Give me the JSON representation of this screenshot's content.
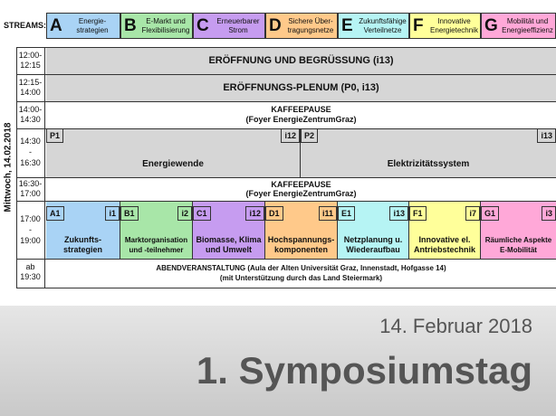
{
  "streams_label": "STREAMS:",
  "streams": [
    {
      "letter": "A",
      "label": "Energie-strategien",
      "color": "#a9d3f5"
    },
    {
      "letter": "B",
      "label": "E-Markt und Flexibilisierung",
      "color": "#a8e6a8"
    },
    {
      "letter": "C",
      "label": "Erneuerbarer Strom",
      "color": "#c69cf0"
    },
    {
      "letter": "D",
      "label": "Sichere Über-tragungsnetze",
      "color": "#ffc98a"
    },
    {
      "letter": "E",
      "label": "Zukunftsfähige Verteilnetze",
      "color": "#b6f4f4"
    },
    {
      "letter": "F",
      "label": "Innovative Energietechnik",
      "color": "#ffff9a"
    },
    {
      "letter": "G",
      "label": "Mobilität und Energieeffizienz",
      "color": "#ffa8d8"
    }
  ],
  "date_label": "Mittwoch, 14.02.2018",
  "times": {
    "t1": "12:00-\n12:15",
    "t2": "12:15-\n14:00",
    "t3": "14:00-\n14:30",
    "t4": "14:30\n-\n16:30",
    "t5": "16:30-\n17:00",
    "t6": "17:00\n-\n19:00",
    "t7": "ab\n19:30"
  },
  "rows": {
    "opening": "ERÖFFNUNG UND BEGRÜSSUNG (i13)",
    "plenum": "ERÖFFNUNGS-PLENUM (P0, i13)",
    "break1_title": "KAFFEEPAUSE",
    "break1_sub": "(Foyer EnergieZentrumGraz)",
    "p1_tag": "P1",
    "p1_room": "i12",
    "p1_title": "Energiewende",
    "p2_tag": "P2",
    "p2_room": "i13",
    "p2_title": "Elektrizitätssystem",
    "break2_title": "KAFFEEPAUSE",
    "break2_sub": "(Foyer EnergieZentrumGraz)",
    "evening_title": "ABENDVERANSTALTUNG (Aula der Alten Universität Graz, Innenstadt, Hofgasse 14)",
    "evening_sub": "(mit Unterstützung durch das Land Steiermark)"
  },
  "sessions": [
    {
      "tag": "A1",
      "room": "i1",
      "title": "Zukunfts-\nstrategien"
    },
    {
      "tag": "B1",
      "room": "i2",
      "title": "Marktorganisation\nund -teilnehmer"
    },
    {
      "tag": "C1",
      "room": "i12",
      "title": "Biomasse, Klima\nund Umwelt"
    },
    {
      "tag": "D1",
      "room": "i11",
      "title": "Hochspannungs-\nkomponenten"
    },
    {
      "tag": "E1",
      "room": "i13",
      "title": "Netzplanung u.\nWiederaufbau"
    },
    {
      "tag": "F1",
      "room": "i7",
      "title": "Innovative el.\nAntriebstechnik"
    },
    {
      "tag": "G1",
      "room": "i3",
      "title": "Räumliche Aspekte\nE-Mobilität"
    }
  ],
  "footer": {
    "date": "14. Februar 2018",
    "title": "1. Symposiumstag"
  }
}
